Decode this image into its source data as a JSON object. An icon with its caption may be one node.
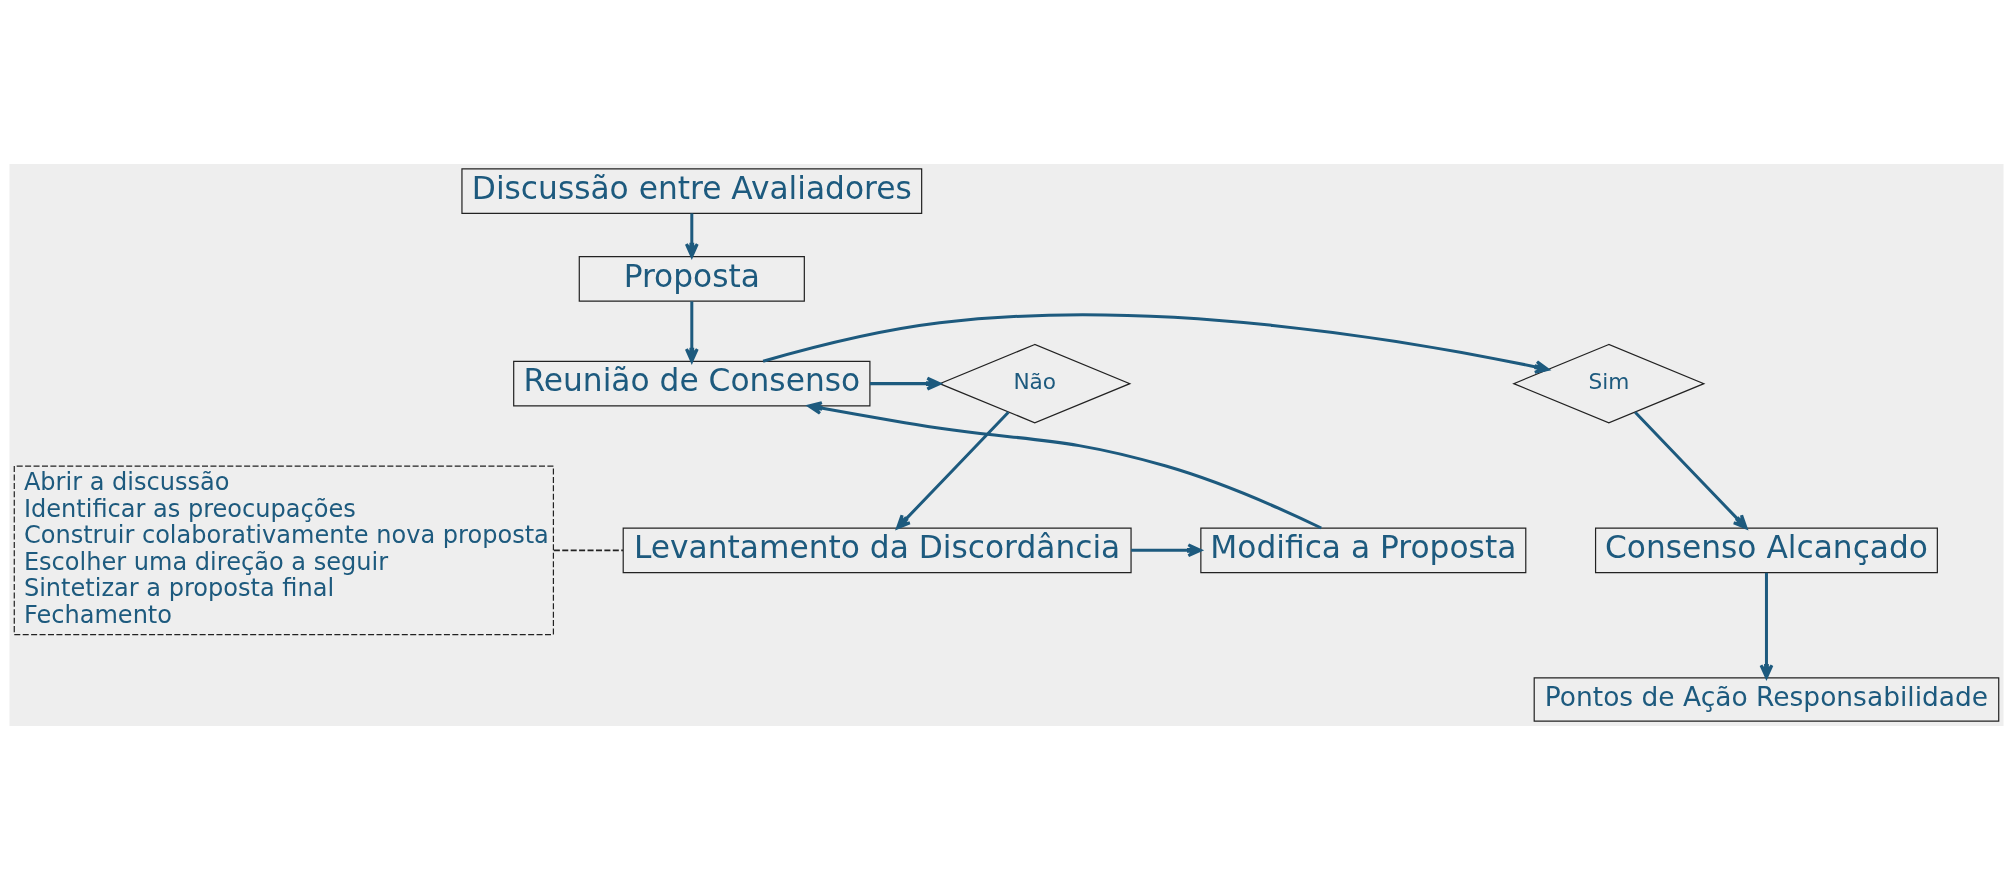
{
  "diagram": {
    "nodes": [
      {
        "text": [
          "Discussão entre Avaliadores"
        ]
      },
      {
        "text": [
          "Proposta"
        ]
      },
      {
        "text": [
          "Reunião de Consenso"
        ]
      },
      {
        "text": [
          "Não"
        ]
      },
      {
        "text": [
          "Sim"
        ]
      },
      {
        "text": [
          "Abrir a discussão",
          "Identificar as preocupações",
          "Construir colaborativamente nova proposta",
          "Escolher uma direção a seguir",
          "Sintetizar a proposta final",
          "Fechamento"
        ]
      },
      {
        "text": [
          "Levantamento da Discordância"
        ]
      },
      {
        "text": [
          "Modifica a Proposta"
        ]
      },
      {
        "text": [
          "Consenso Alcançado"
        ]
      },
      {
        "text": [
          "Pontos de Ação Responsabilidade"
        ]
      }
    ],
    "edges": [
      {
        "from": 0,
        "to": 1,
        "arrow": "to"
      },
      {
        "from": 1,
        "to": 2,
        "arrow": "to"
      },
      {
        "from": 2,
        "to": 3,
        "arrow": "to"
      },
      {
        "from": 2,
        "to": 4,
        "arrow": "to"
      },
      {
        "from": 3,
        "to": 6,
        "arrow": "to"
      },
      {
        "from": 6,
        "to": 7,
        "arrow": "to"
      },
      {
        "from": 7,
        "to": 2,
        "arrow": "to"
      },
      {
        "from": 4,
        "to": 8,
        "arrow": "to"
      },
      {
        "from": 8,
        "to": 9,
        "arrow": "to"
      },
      {
        "from": 5,
        "to": 6,
        "arrow": "none",
        "style": "dashed",
        "color": "#222222"
      }
    ]
  }
}
